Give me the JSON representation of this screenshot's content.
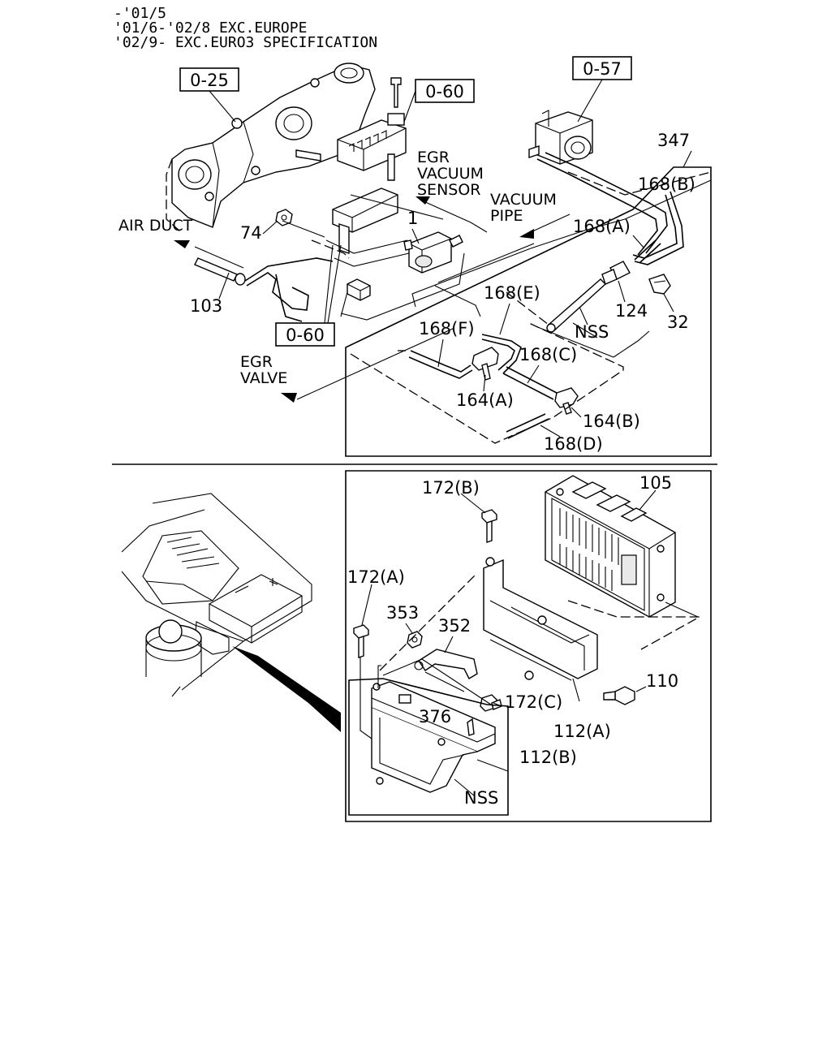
{
  "header": {
    "line1": "-'01/5",
    "line2": "'01/6-'02/8 EXC.EUROPE",
    "line3": "'02/9- EXC.EURO3 SPECIFICATION"
  },
  "refs": {
    "r025": "0-25",
    "r060a": "0-60",
    "r057": "0-57",
    "r060b": "0-60"
  },
  "annotations": {
    "air_duct": "AIR DUCT",
    "egr_sensor_1": "EGR",
    "egr_sensor_2": "VACUUM",
    "egr_sensor_3": "SENSOR",
    "vacuum_pipe_1": "VACUUM",
    "vacuum_pipe_2": "PIPE",
    "egr_valve_1": "EGR",
    "egr_valve_2": "VALVE"
  },
  "callouts": {
    "p347": "347",
    "p168b": "168(B)",
    "p168a": "168(A)",
    "p1": "1",
    "p74": "74",
    "p103": "103",
    "p168e": "168(E)",
    "p124": "124",
    "pnss1": "NSS",
    "p32": "32",
    "p168f": "168(F)",
    "p168c": "168(C)",
    "p164a": "164(A)",
    "p164b": "164(B)",
    "p168d": "168(D)",
    "p172b": "172(B)",
    "p105": "105",
    "p172a": "172(A)",
    "p353": "353",
    "p352": "352",
    "p110": "110",
    "p172c": "172(C)",
    "p376": "376",
    "p112a": "112(A)",
    "p112b": "112(B)",
    "pnss2": "NSS"
  },
  "icons": {
    "manifold": "intake-manifold-illustration",
    "sensor": "egr-vacuum-sensor-illustration",
    "valve": "vacuum-switching-valve-illustration",
    "ecu": "engine-control-unit-illustration",
    "engine_bay": "engine-bay-location-illustration"
  }
}
